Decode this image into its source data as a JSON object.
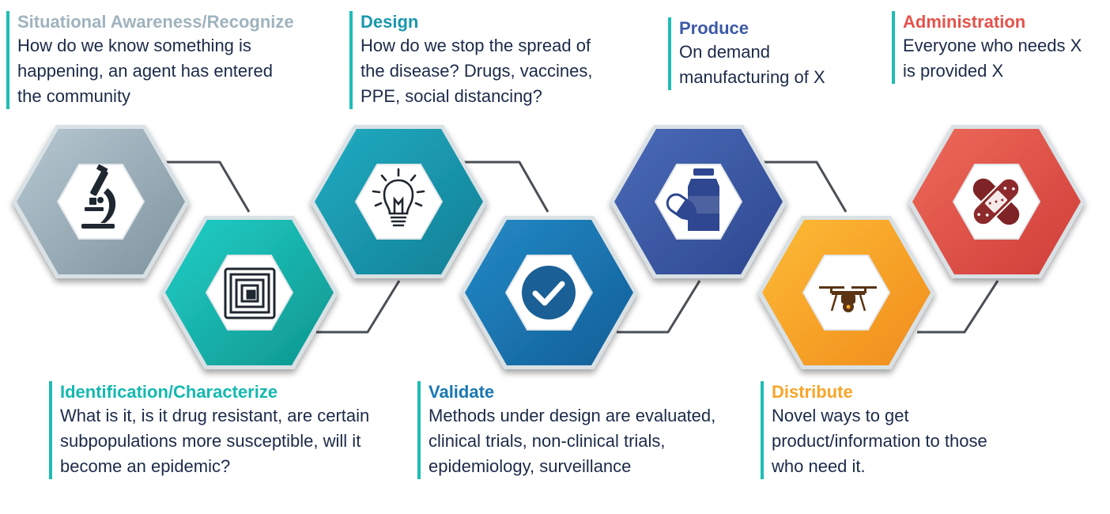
{
  "steps": [
    {
      "title": "Situational Awareness/Recognize",
      "lines": [
        "How do we know something is",
        "happening, an agent has entered",
        "the community"
      ],
      "color": "#a3b6c1",
      "icon": "microscope-icon"
    },
    {
      "title": "Identification/Characterize",
      "lines": [
        "What is it, is it drug resistant, are certain",
        "subpopulations more susceptible, will it",
        "become an epidemic?"
      ],
      "color": "#14b9b0",
      "icon": "rfid-chip-icon"
    },
    {
      "title": "Design",
      "lines": [
        "How do we stop the spread of",
        "the disease? Drugs, vaccines,",
        "PPE, social distancing?"
      ],
      "color": "#1997ad",
      "icon": "lightbulb-icon"
    },
    {
      "title": "Validate",
      "lines": [
        "Methods under design are evaluated,",
        "clinical trials, non-clinical trials,",
        "epidemiology, surveillance"
      ],
      "color": "#1a77b2",
      "icon": "checkmark-icon"
    },
    {
      "title": "Produce",
      "lines": [
        "On demand",
        "manufacturing of X"
      ],
      "color": "#3c5aa6",
      "icon": "pill-bottle-icon"
    },
    {
      "title": "Distribute",
      "lines": [
        "Novel ways to get",
        "product/information to those",
        "who need it."
      ],
      "color": "#f7a52a",
      "icon": "drone-icon"
    },
    {
      "title": "Administration",
      "lines": [
        "Everyone who needs X",
        "is provided X"
      ],
      "color": "#e5524b",
      "icon": "bandage-icon"
    }
  ]
}
